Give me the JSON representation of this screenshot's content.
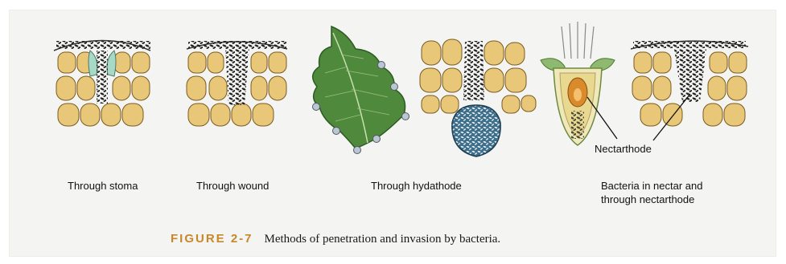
{
  "labels": {
    "stoma": "Through stoma",
    "wound": "Through wound",
    "hydathode": "Through hydathode",
    "nectar_line1": "Bacteria in nectar and",
    "nectar_line2": "through nectarthode",
    "nectarthode": "Nectarthode"
  },
  "caption": {
    "figure_number": "FIGURE 2-7",
    "text": "Methods of penetration and invasion by bacteria."
  },
  "colors": {
    "cell_fill": "#e8c878",
    "cell_stroke": "#7a5a20",
    "bacteria": "#2a2a2a",
    "stoma_guard": "#a8d8c8",
    "leaf_green": "#4f8a3c",
    "hydathode_blue": "#3d6e8a",
    "flower_green": "#8fb870",
    "nectary_orange": "#d98a2a",
    "caption_accent": "#c8882a"
  }
}
